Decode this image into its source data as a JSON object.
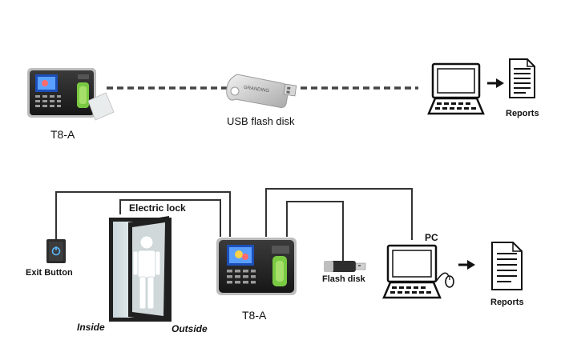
{
  "top": {
    "terminal_label": "T8-A",
    "flash_label": "USB flash disk",
    "flash_brand": "GRANDING",
    "reports_label": "Reports"
  },
  "bottom": {
    "lock_label": "Electric lock",
    "exit_label": "Exit Button",
    "inside_label": "Inside",
    "outside_label": "Outside",
    "terminal_label": "T8-A",
    "flash_label": "Flash disk",
    "pc_label": "PC",
    "reports_label": "Reports"
  },
  "colors": {
    "wire": "#333333",
    "dash": "#444444",
    "device_body": "#2a2a2a",
    "screen": "#3a6fd8",
    "fingerprint": "#7ac943",
    "door_glass": "#d7e3e6"
  },
  "icons": [
    "terminal-icon",
    "card-icon",
    "usb-key-icon",
    "computer-icon",
    "arrow-right-icon",
    "report-icon",
    "exit-button-icon",
    "door-icon",
    "person-icon",
    "usb-stick-icon",
    "mouse-icon"
  ]
}
